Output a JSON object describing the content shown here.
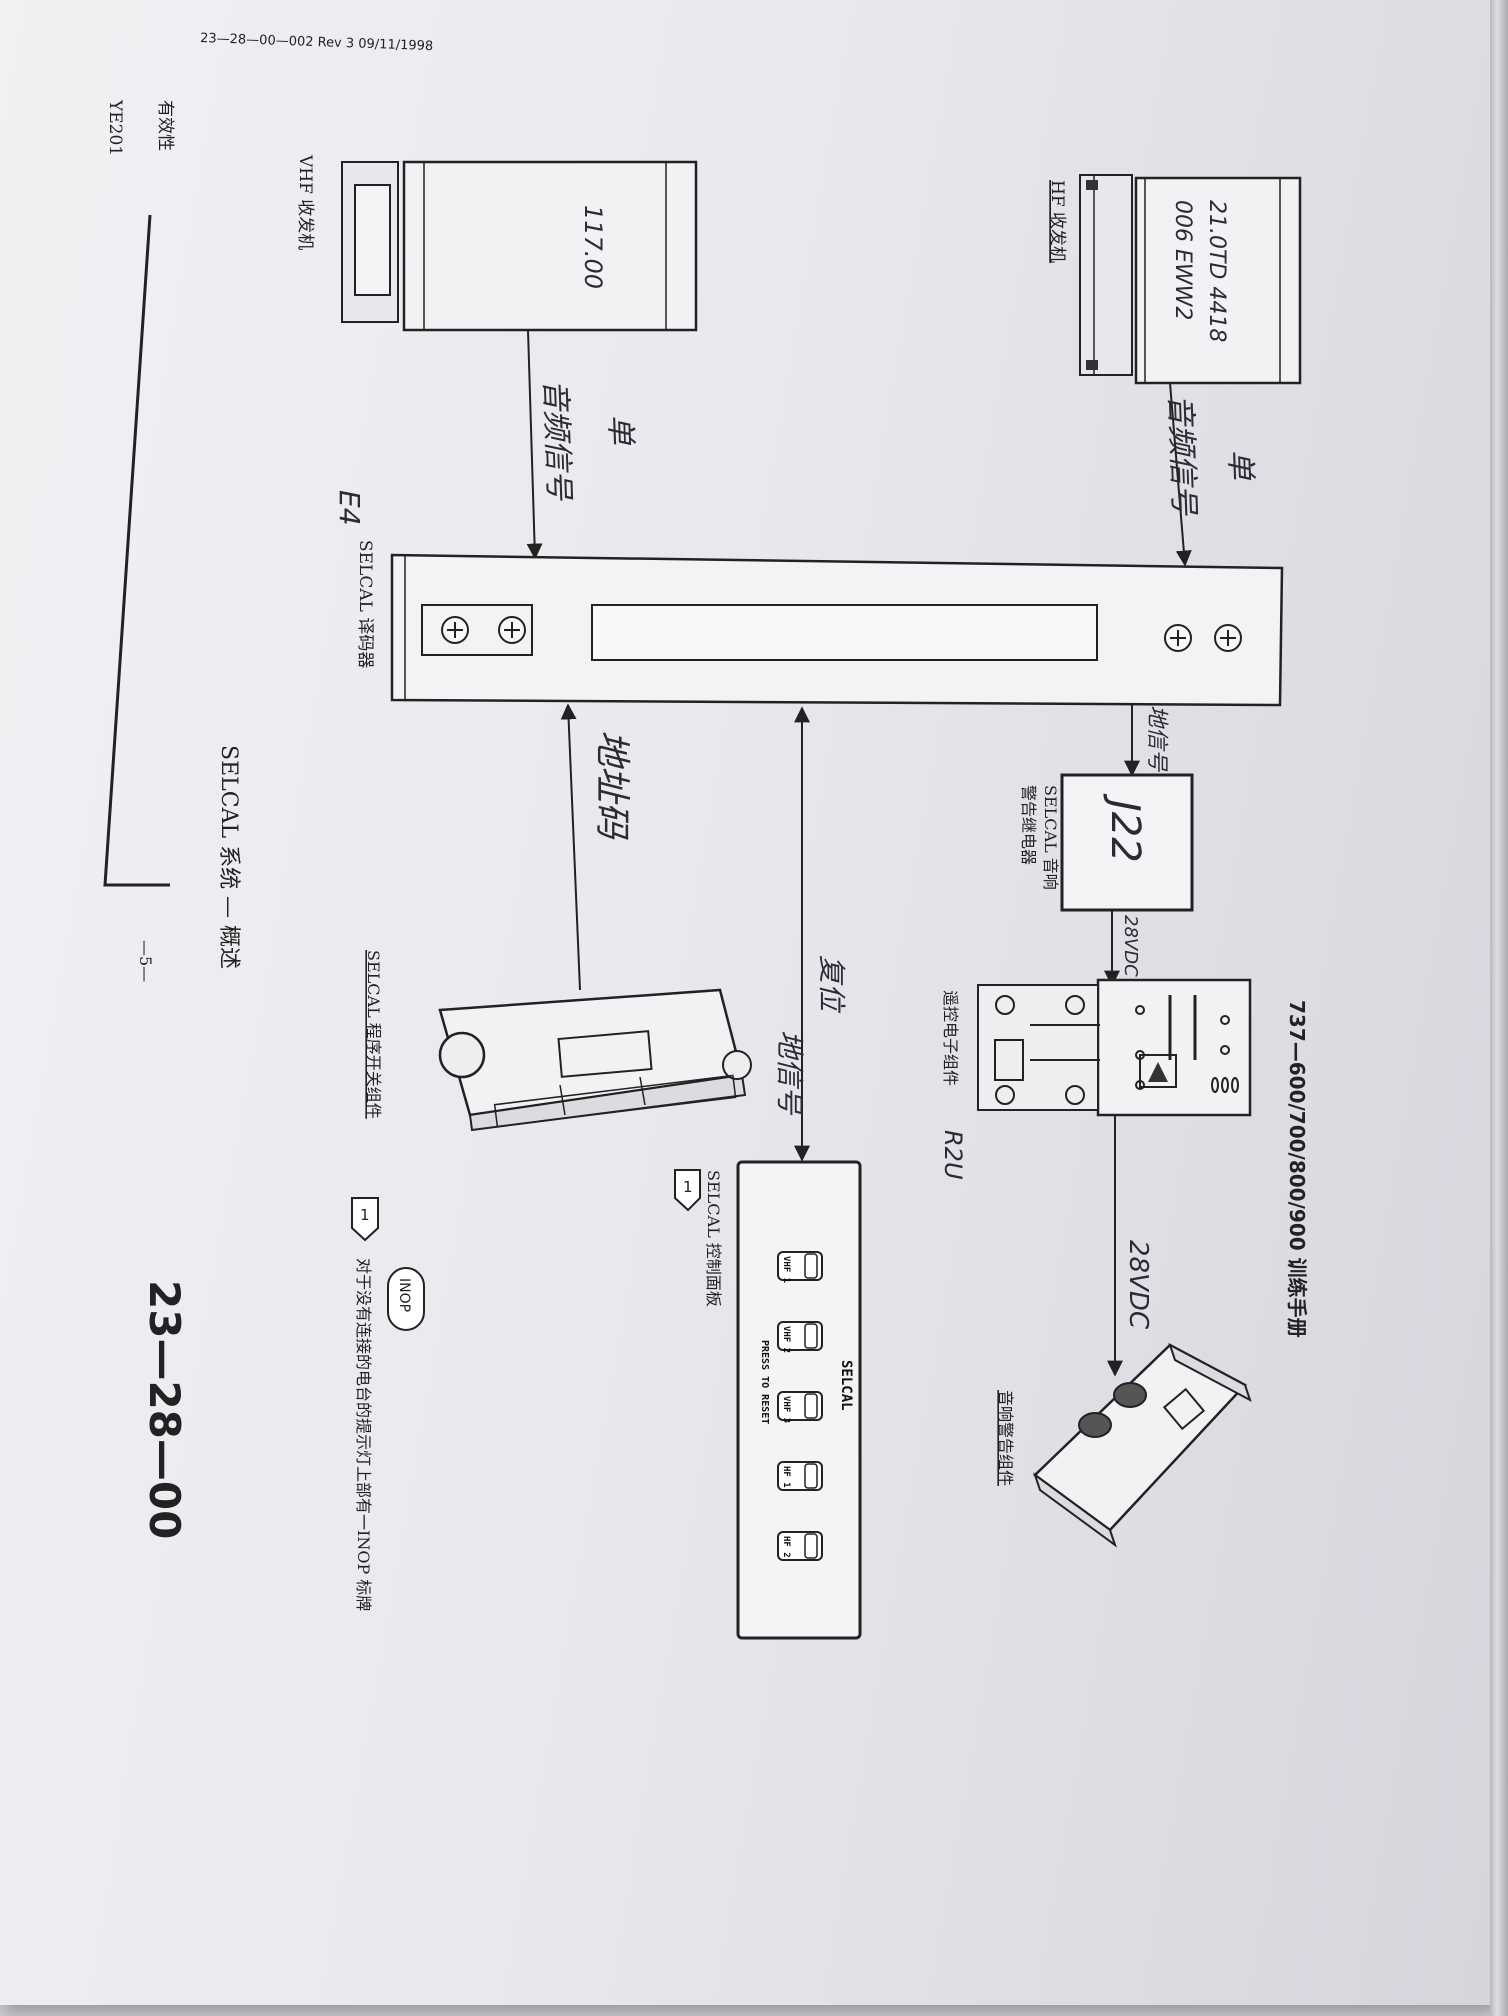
{
  "header": {
    "top_ref": "23—28—00—002 Rev 3 09/11/1998",
    "manual_title": "737—600/700/800/900 训练手册"
  },
  "left_margin": {
    "line1": "有效性",
    "line2": "YE201"
  },
  "components": {
    "hf_transceiver": "HF 收发机",
    "vhf_transceiver": "VHF 收发机",
    "selcal_decoder": "SELCAL 译码器",
    "aural_warning_relay_line1": "SELCAL 音响",
    "aural_warning_relay_line2": "警告继电器",
    "remote_electronics_unit": "遥控电子组件",
    "aural_warning_module": "音响警告组件",
    "program_switch_module": "SELCAL 程序开关组件",
    "control_panel": "SELCAL 控制面板"
  },
  "handwritten": {
    "hf_box_line1": "21.0TD 4418",
    "hf_box_line2": "006 EWW2",
    "vhf_box": "117.00",
    "hf_audio_1": "音频信号",
    "hf_audio_2": "单",
    "vhf_audio_1": "音频信号",
    "vhf_audio_2": "单",
    "decoder_tag": "E4",
    "relay_tag": "J22",
    "ground_signal": "地信号",
    "volts_1": "28VDC",
    "volts_2": "28VDC",
    "reu_tag": "R2U",
    "code_label": "地址码",
    "reset_label": "复位",
    "ground_signal_2": "地信号"
  },
  "control_panel": {
    "title": "SELCAL",
    "buttons": [
      "VHF 1",
      "VHF 2",
      "VHF 3",
      "HF 1",
      "HF 2"
    ],
    "reset_text": "PRESS TO RESET"
  },
  "notes": {
    "badge": "INOP",
    "note_number": "1",
    "note_ref_number": "1",
    "note_text": "对于没有连接的电台的提示灯上部有一INOP 标牌"
  },
  "footer": {
    "caption": "SELCAL 系统 — 概述",
    "page_number": "—5—",
    "chapter_number": "23—28—00"
  }
}
